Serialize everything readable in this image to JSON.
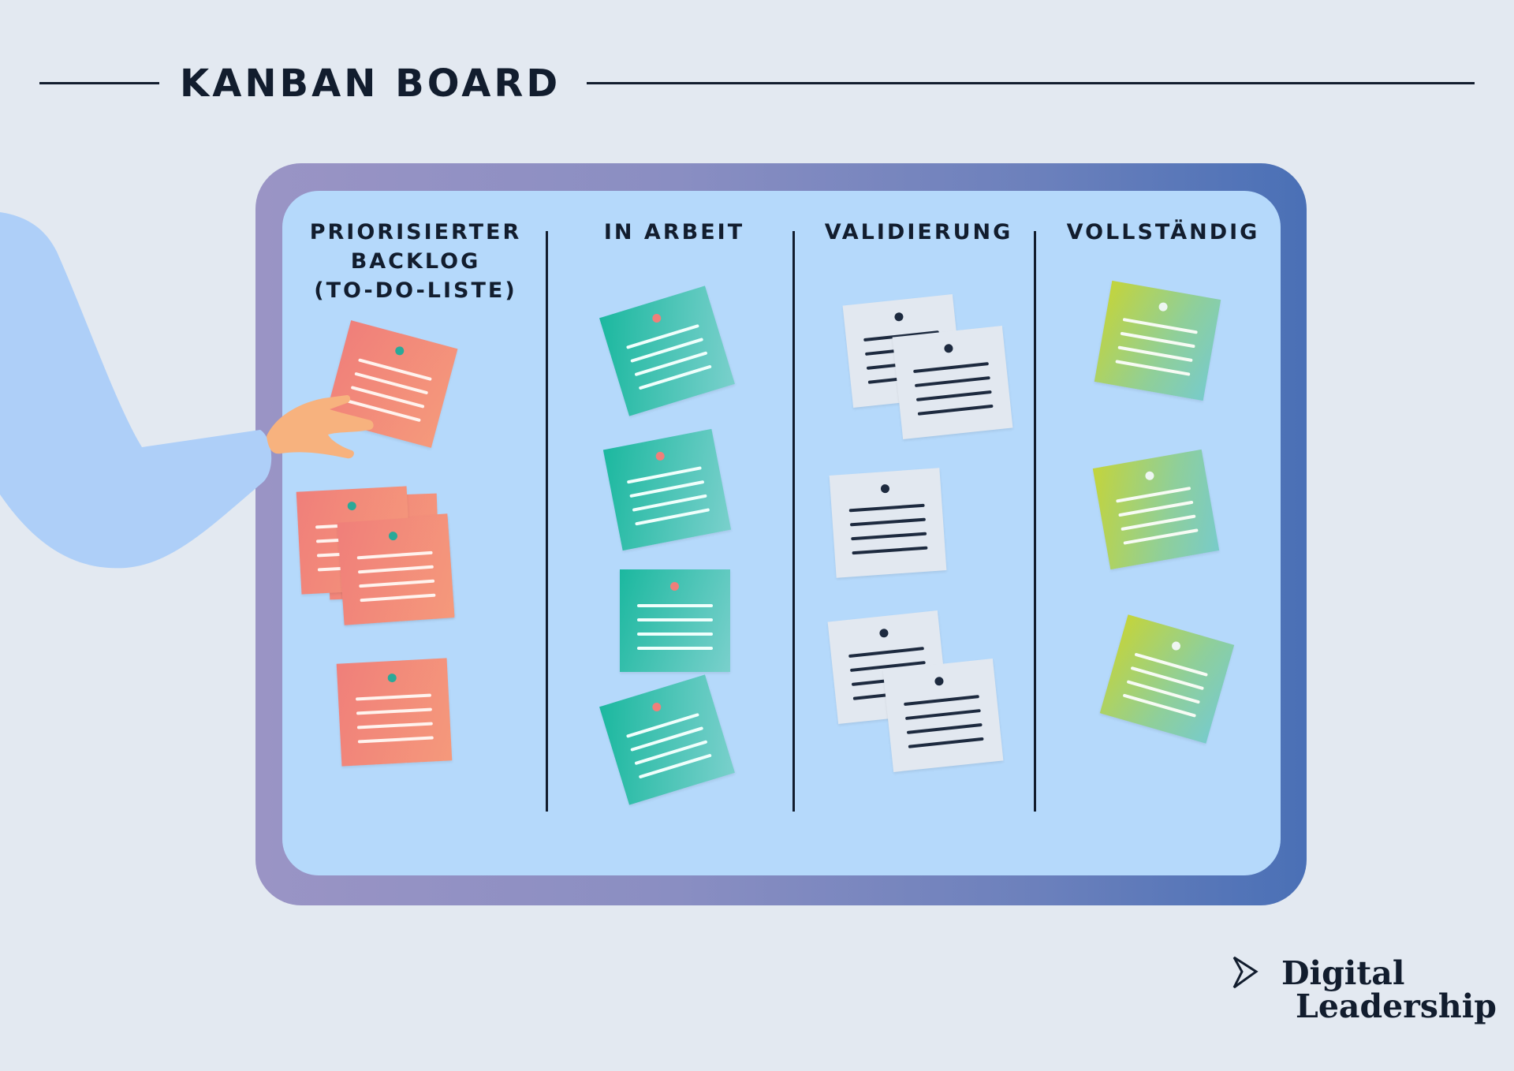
{
  "title": "KANBAN BOARD",
  "columns": [
    {
      "header": "PRIORISIERTER\nBACKLOG\n(TO-DO-LISTE)",
      "note_color": "red"
    },
    {
      "header": "IN ARBEIT",
      "note_color": "teal"
    },
    {
      "header": "VALIDIERUNG",
      "note_color": "white"
    },
    {
      "header": "VOLLSTÄNDIG",
      "note_color": "green"
    }
  ],
  "logo": {
    "line1": "Digital",
    "line2": "Leadership",
    "icon": "chevron-right-icon"
  },
  "colors": {
    "background": "#e3e9f1",
    "board": "#b5d9fb",
    "frame_start": "#9a94c5",
    "frame_end": "#4a70b6",
    "text": "#121d2e",
    "note_red": "#f07f7a",
    "note_teal": "#1bb89f",
    "note_white": "#e2e8f0",
    "note_green": "#c3d43c"
  }
}
